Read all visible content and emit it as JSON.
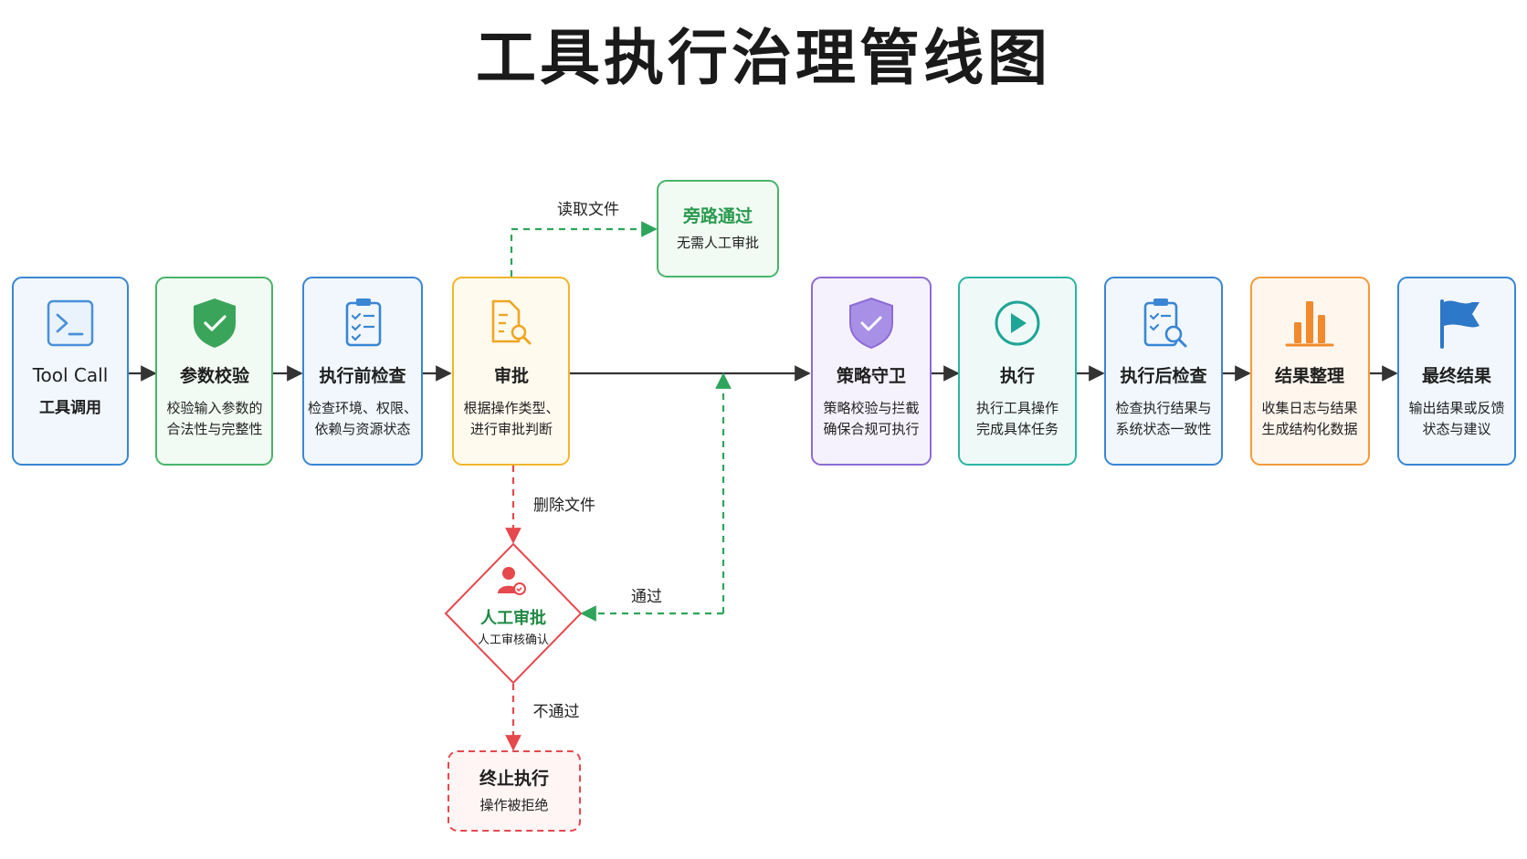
{
  "title": "工具执行治理管线图",
  "nodes": {
    "tool_call": {
      "title": "Tool Call",
      "desc1": "工具调用",
      "desc2": ""
    },
    "param_check": {
      "title": "参数校验",
      "desc1": "校验输入参数的",
      "desc2": "合法性与完整性"
    },
    "pre_check": {
      "title": "执行前检查",
      "desc1": "检查环境、权限、",
      "desc2": "依赖与资源状态"
    },
    "approval": {
      "title": "审批",
      "desc1": "根据操作类型、",
      "desc2": "进行审批判断"
    },
    "bypass": {
      "title": "旁路通过",
      "desc1": "无需人工审批"
    },
    "policy_guard": {
      "title": "策略守卫",
      "desc1": "策略校验与拦截",
      "desc2": "确保合规可执行"
    },
    "execute": {
      "title": "执行",
      "desc1": "执行工具操作",
      "desc2": "完成具体任务"
    },
    "post_check": {
      "title": "执行后检查",
      "desc1": "检查执行结果与",
      "desc2": "系统状态一致性"
    },
    "result_org": {
      "title": "结果整理",
      "desc1": "收集日志与结果",
      "desc2": "生成结构化数据"
    },
    "final_result": {
      "title": "最终结果",
      "desc1": "输出结果或反馈",
      "desc2": "状态与建议"
    },
    "manual_approval": {
      "title": "人工审批",
      "desc1": "人工审核确认"
    },
    "terminate": {
      "title": "终止执行",
      "desc1": "操作被拒绝"
    }
  },
  "edge_labels": {
    "read_file": "读取文件",
    "delete_file": "删除文件",
    "pass": "通过",
    "fail": "不通过"
  },
  "icons": {
    "tool_call": "terminal-icon",
    "param_check": "shield-check-icon",
    "pre_check": "clipboard-checklist-icon",
    "approval": "document-search-icon",
    "policy_guard": "shield-guard-icon",
    "execute": "play-circle-icon",
    "post_check": "clipboard-search-icon",
    "result_org": "bar-chart-icon",
    "final_result": "flag-icon",
    "manual_approval": "user-approve-icon"
  },
  "colors": {
    "blue": "#3a86d4",
    "green": "#48b56a",
    "amber": "#f3b52c",
    "purple": "#8e6bd6",
    "teal": "#2bb5a4",
    "orange": "#f39a3b",
    "red": "#e5484d",
    "edge": "#333333",
    "pass_green": "#2ea55a"
  }
}
